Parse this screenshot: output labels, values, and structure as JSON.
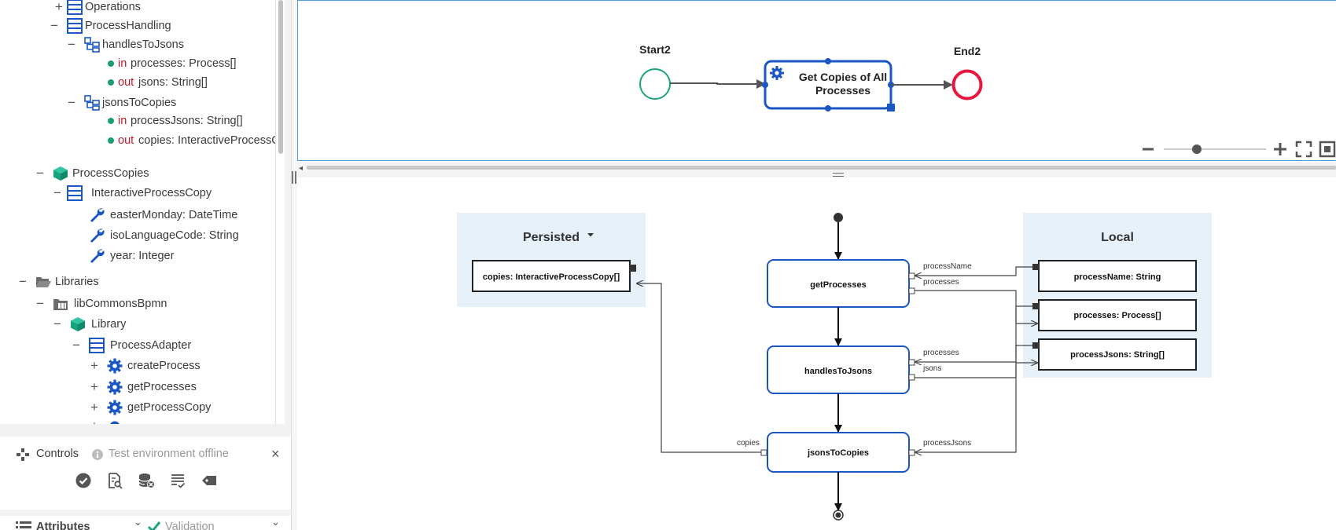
{
  "tree": {
    "items": [
      {
        "label": "Operations"
      },
      {
        "label": "ProcessHandling"
      },
      {
        "label": "handlesToJsons"
      },
      {
        "kw": "in",
        "label": "processes: Process[]"
      },
      {
        "kw": "out",
        "label": "jsons: String[]"
      },
      {
        "label": "jsonsToCopies"
      },
      {
        "kw": "in",
        "label": "processJsons: String[]"
      },
      {
        "kw": "out",
        "label": "copies: InteractiveProcessC"
      },
      {
        "label": "ProcessCopies"
      },
      {
        "label": "InteractiveProcessCopy"
      },
      {
        "label": "easterMonday: DateTime"
      },
      {
        "label": "isoLanguageCode: String"
      },
      {
        "label": "year: Integer"
      },
      {
        "label": "Libraries"
      },
      {
        "label": "libCommonsBpmn"
      },
      {
        "label": "Library"
      },
      {
        "label": "ProcessAdapter"
      },
      {
        "label": "createProcess"
      },
      {
        "label": "getProcesses"
      },
      {
        "label": "getProcessCopy"
      }
    ]
  },
  "controls": {
    "title": "Controls",
    "status": "Test environment offline",
    "close": "×",
    "tools": [
      "check-circle-icon",
      "search-document-icon",
      "database-remove-icon",
      "list-check-icon",
      "tag-icon"
    ]
  },
  "attributes": {
    "title": "Attributes",
    "validation": "Validation"
  },
  "process_diagram": {
    "start_label": "Start2",
    "task_label_1": "Get Copies of All",
    "task_label_2": "Processes",
    "end_label": "End2"
  },
  "flow_diagram": {
    "persisted_title": "Persisted",
    "persisted_item": "copies: InteractiveProcessCopy[]",
    "local_title": "Local",
    "local_items": [
      "processName: String",
      "processes: Process[]",
      "processJsons: String[]"
    ],
    "steps": [
      "getProcesses",
      "handlesToJsons",
      "jsonsToCopies"
    ],
    "port_labels": {
      "getProcesses_1": "processName",
      "getProcesses_2": "processes",
      "handlesToJsons_1": "processes",
      "handlesToJsons_2": "jsons",
      "jsonsToCopies_in": "copies",
      "jsonsToCopies_out": "processJsons"
    }
  },
  "colors": {
    "accent_blue": "#1a56c4",
    "start_green": "#1aa57e",
    "end_red": "#e8173f",
    "keyword_red": "#c0182a",
    "dot_green": "#1a9e73",
    "pool_bg": "#e6f1fa"
  }
}
